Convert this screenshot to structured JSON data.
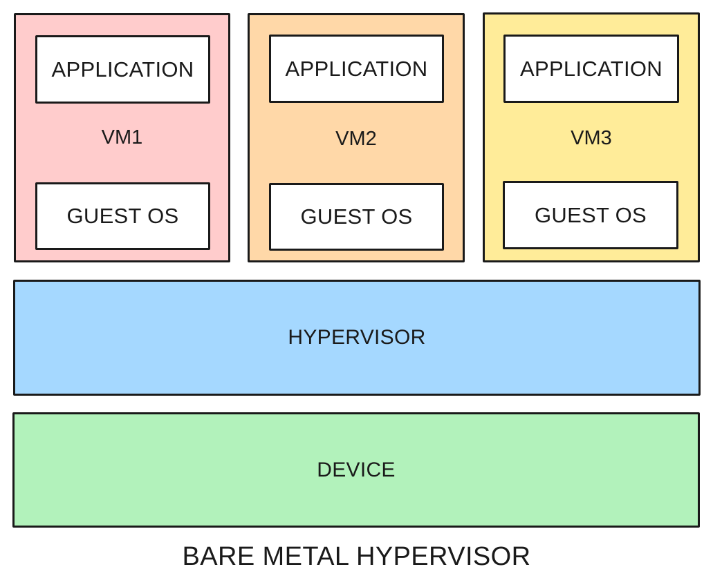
{
  "diagram": {
    "vms": [
      {
        "label": "VM1",
        "application": "APPLICATION",
        "guest_os": "GUEST OS",
        "fill": "#ffcccc"
      },
      {
        "label": "VM2",
        "application": "APPLICATION",
        "guest_os": "GUEST OS",
        "fill": "#ffd8a8"
      },
      {
        "label": "VM3",
        "application": "APPLICATION",
        "guest_os": "GUEST OS",
        "fill": "#ffec99"
      }
    ],
    "hypervisor": {
      "label": "HYPERVISOR",
      "fill": "#a5d8ff"
    },
    "device": {
      "label": "DEVICE",
      "fill": "#b2f2bb"
    },
    "caption": "BARE METAL HYPERVISOR",
    "stroke": "#1a1a1a"
  }
}
